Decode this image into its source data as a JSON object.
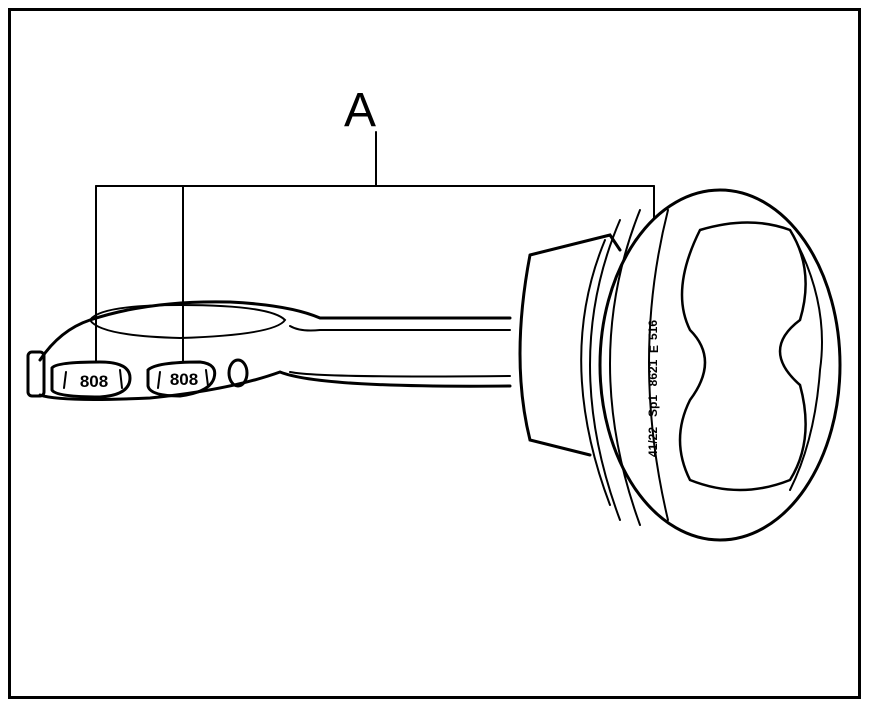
{
  "callout": {
    "label": "A"
  },
  "rod_markings": [
    "808",
    "808"
  ],
  "piston_markings": {
    "line1": "516",
    "logo": "E",
    "line2": "8621",
    "line3": "Sp1",
    "line4": "41/22"
  },
  "colors": {
    "stroke": "#000000",
    "fill": "#ffffff"
  }
}
